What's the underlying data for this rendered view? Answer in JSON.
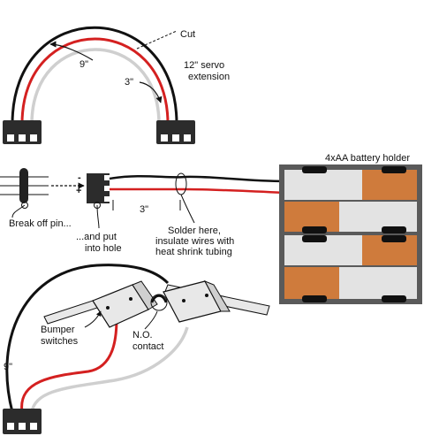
{
  "labels": {
    "cut": "Cut",
    "length_9in": "9\"",
    "servo_line1": "12\" servo",
    "servo_line2": "extension",
    "length_3in_top": "3\"",
    "battery_holder": "4xAA battery holder",
    "minus": "-",
    "plus": "+",
    "length_3in_mid": "3\"",
    "break_off_pin": "Break off pin...",
    "put_hole_line1": "...and put",
    "put_hole_line2": "into hole",
    "solder_line1": "Solder here,",
    "solder_line2": "insulate wires with",
    "solder_line3": "heat shrink tubing",
    "bumper_line1": "Bumper",
    "bumper_line2": "switches",
    "no_line1": "N.O.",
    "no_line2": "contact",
    "length_9in_bottom": "9\""
  },
  "colors": {
    "wire_black": "#111111",
    "wire_red": "#d42020",
    "wire_white": "#d2d2d2",
    "connector": "#2c2c2c",
    "battery_copper": "#cf7b3c",
    "battery_case": "#e3e3e3",
    "switch_body": "#e8e8e8"
  }
}
